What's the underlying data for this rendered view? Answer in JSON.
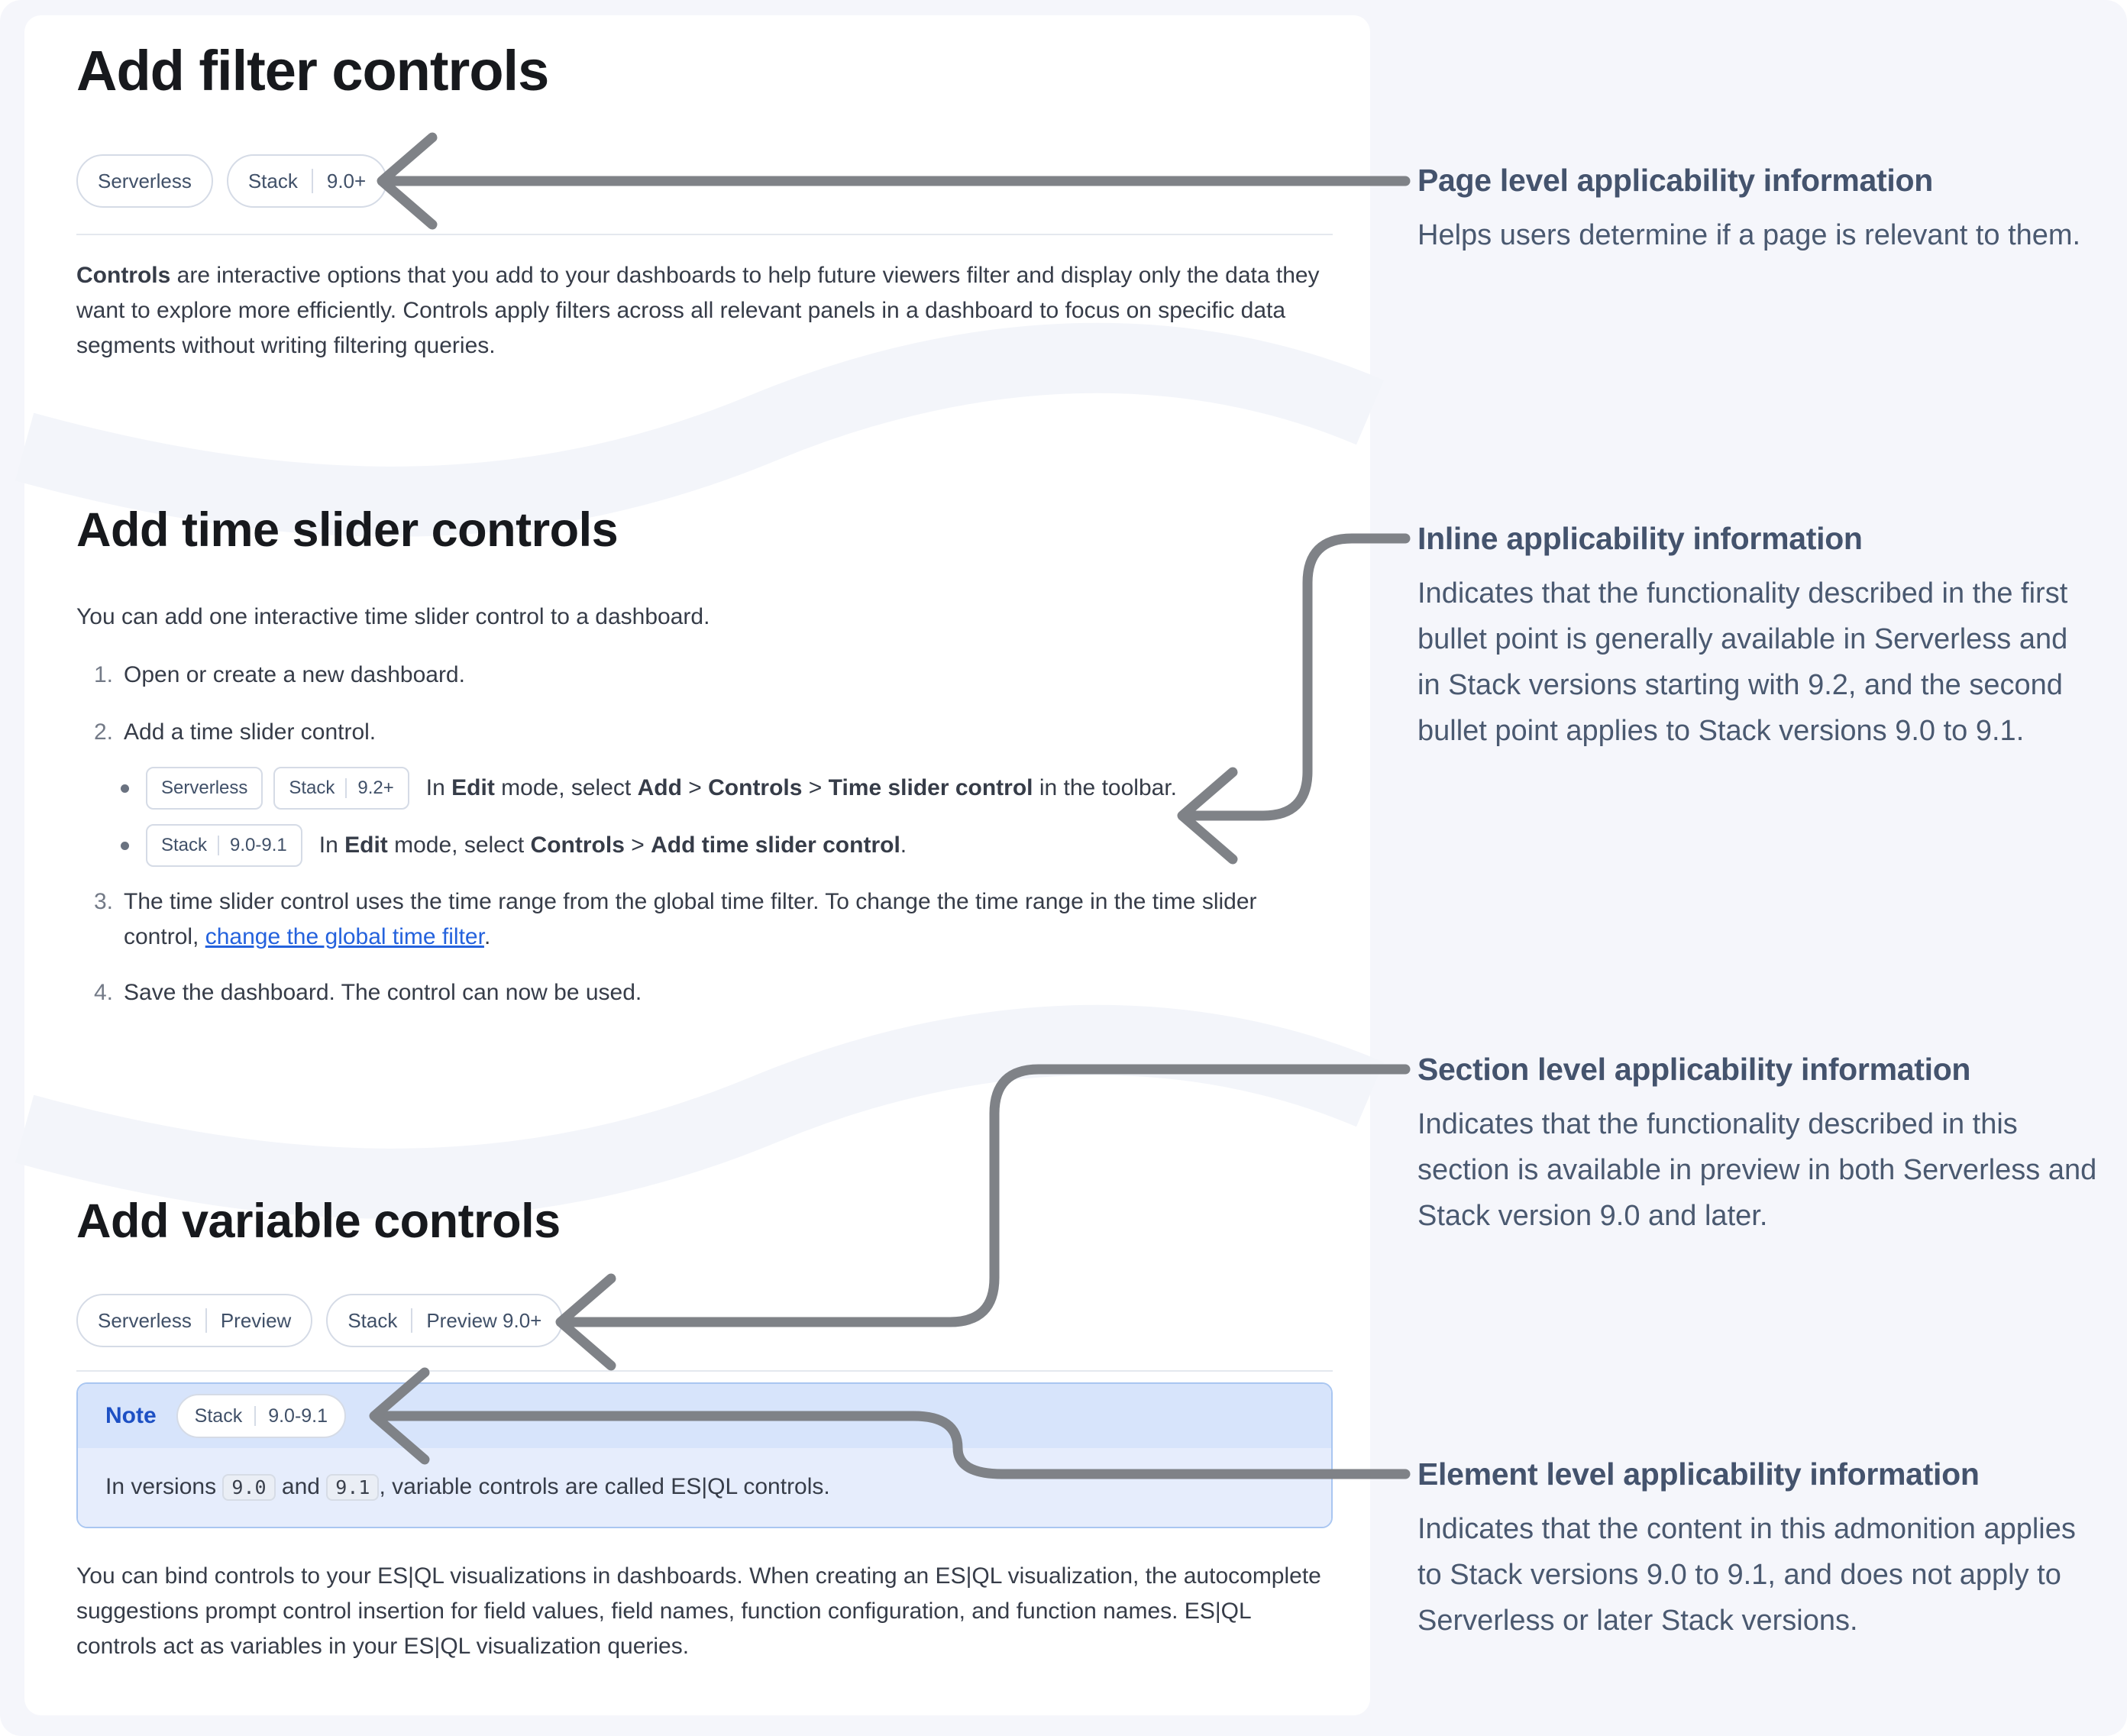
{
  "colors": {
    "page_background": "#f5f6fb",
    "card_background": "#ffffff",
    "wave_band": "#f3f5fa",
    "arrow": "#7f8287",
    "badge_border": "#d5dbe6",
    "badge_text": "#405068",
    "heading_text": "#17191d",
    "body_text": "#363c48",
    "annotation_text": "#4a5970",
    "link": "#2462dd",
    "note_border": "#a9c6f1",
    "note_header_bg": "#d7e4fb",
    "note_body_bg": "#e6edfc",
    "note_label": "#1d50c4"
  },
  "cards": {
    "filter": {
      "title": "Add filter controls",
      "badges": [
        [
          "Serverless"
        ],
        [
          "Stack",
          "9.0+"
        ]
      ],
      "paragraph": [
        {
          "text": "Controls",
          "bold": true
        },
        {
          "text": " are interactive options that you add to your dashboards to help future viewers filter and display only the data they want to explore more efficiently. Controls apply filters across all relevant panels in a dashboard to focus on specific data segments without writing filtering queries."
        }
      ]
    },
    "timeSlider": {
      "title": "Add time slider controls",
      "intro": "You can add one interactive time slider control to a dashboard.",
      "steps": [
        {
          "num": "1.",
          "segments": [
            {
              "text": "Open or create a new dashboard."
            }
          ]
        },
        {
          "num": "2.",
          "segments": [
            {
              "text": "Add a time slider control."
            }
          ]
        },
        {
          "num": "3.",
          "segments": [
            {
              "text": "The time slider control uses the time range from the global time filter. To change the time range in the time slider control, "
            },
            {
              "text": "change the global time filter",
              "link": true
            },
            {
              "text": "."
            }
          ]
        },
        {
          "num": "4.",
          "segments": [
            {
              "text": "Save the dashboard. The control can now be used."
            }
          ]
        }
      ],
      "bullets": [
        {
          "badges": [
            [
              "Serverless"
            ],
            [
              "Stack",
              "9.2+"
            ]
          ],
          "segments": [
            {
              "text": "In "
            },
            {
              "text": "Edit",
              "bold": true
            },
            {
              "text": " mode, select "
            },
            {
              "text": "Add",
              "bold": true
            },
            {
              "text": " > "
            },
            {
              "text": "Controls",
              "bold": true
            },
            {
              "text": " > "
            },
            {
              "text": "Time slider control",
              "bold": true
            },
            {
              "text": " in the toolbar."
            }
          ]
        },
        {
          "badges": [
            [
              "Stack",
              "9.0-9.1"
            ]
          ],
          "segments": [
            {
              "text": "In "
            },
            {
              "text": "Edit",
              "bold": true
            },
            {
              "text": " mode, select "
            },
            {
              "text": "Controls",
              "bold": true
            },
            {
              "text": " > "
            },
            {
              "text": "Add time slider control",
              "bold": true
            },
            {
              "text": "."
            }
          ]
        }
      ]
    },
    "variable": {
      "title": "Add variable controls",
      "badges": [
        [
          "Serverless",
          "Preview"
        ],
        [
          "Stack",
          "Preview 9.0+"
        ]
      ],
      "note": {
        "label": "Note",
        "badge": [
          "Stack",
          "9.0-9.1"
        ],
        "body": [
          {
            "text": "In versions "
          },
          {
            "text": "9.0",
            "code": true
          },
          {
            "text": " and "
          },
          {
            "text": "9.1",
            "code": true
          },
          {
            "text": ", variable controls are called ES|QL controls."
          }
        ]
      },
      "paragraph": [
        {
          "text": "You can bind controls to your ES|QL visualizations in dashboards. When creating an ES|QL visualization, the autocomplete suggestions prompt control insertion for field values, field names, function configuration, and function names. ES|QL controls act as variables in your ES|QL visualization queries."
        }
      ]
    }
  },
  "annotations": [
    {
      "title": "Page level applicability information",
      "body": "Helps users determine if a page is relevant to them."
    },
    {
      "title": "Inline applicability information",
      "body": "Indicates that the functionality described in the first bullet point is generally available in Serverless and in Stack versions starting with 9.2, and the second bullet point applies to Stack versions 9.0 to 9.1."
    },
    {
      "title": "Section level applicability information",
      "body": "Indicates that the functionality described in this section is available in preview in both Serverless and Stack version 9.0 and later."
    },
    {
      "title": "Element level applicability information",
      "body": "Indicates that the content in this admonition applies to Stack versions 9.0 to 9.1, and does not apply to Serverless or later Stack versions."
    }
  ]
}
